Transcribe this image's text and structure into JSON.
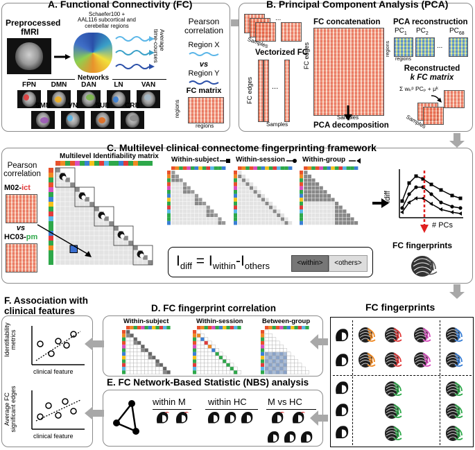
{
  "panel_a": {
    "title": "A. Functional Connectivity (FC)",
    "preprocessed": "Preprocessed",
    "fmri": "fMRI",
    "atlas": "Schaefer100 +\nAAL116 subcortical and\ncerebellar regions",
    "avg_timecourses": "Average\ntime-courses",
    "pearson": "Pearson\ncorrelation",
    "region_x": "Region X",
    "vs": "vs",
    "region_y": "Region Y",
    "fc_matrix": "FC matrix",
    "regions": "regions",
    "networks_label": "Networks",
    "networks_row1": [
      "FPN",
      "DMN",
      "DAN",
      "LN",
      "VAN"
    ],
    "networks_row2": [
      "SMN",
      "VN",
      "SUB",
      "CRB"
    ],
    "network_colors": [
      "#e23b3b",
      "#f0b020",
      "#7ab648",
      "#3a7fd5",
      "#a4b8c6",
      "#9b59b6",
      "#5bb6e8",
      "#e06b1e",
      "#888888"
    ]
  },
  "panel_b": {
    "title": "B. Principal Component Analysis (PCA)",
    "samples": "Samples",
    "vectorized": "Vectorized FC",
    "fc_edges": "FC edges",
    "fc_concat": "FC concatenation",
    "pca_recon": "PCA reconstruction",
    "pc1": "PC",
    "pc1_sub": "1",
    "pc2": "PC",
    "pc2_sub": "2",
    "pc68": "PC",
    "pc68_sub": "68",
    "regions": "regions",
    "reconstructed": "Reconstructed",
    "k_fc": "k FC matrix",
    "formula": "Σ wₖᵖ PCₚ + μᵏ",
    "pca_decomp": "PCA decomposition",
    "dots": "..."
  },
  "panel_c": {
    "title": "C. Multilevel clinical connectome fingerprinting framework",
    "pearson": "Pearson\ncorrelation",
    "m02": "M02-",
    "m02_suffix": "ict",
    "vs": "vs",
    "hc03": "HC03-",
    "hc03_suffix": "pm",
    "ident_matrix": "Multilevel Identifiability matrix",
    "within_subject": "Within-subject",
    "within_session": "Within-session",
    "within_group": "Within-group",
    "idiff_axis": "Idiff",
    "pcs_axis": "# PCs",
    "fc_fingerprints": "FC fingerprints",
    "formula_main": "I",
    "formula_diff": "diff",
    "formula_eq": " = I",
    "formula_within": "within",
    "formula_minus": "-I",
    "formula_others": "others",
    "within_box": "<within>",
    "others_box": "<others>",
    "colorbar": [
      "#e8512b",
      "#f08a24",
      "#2ea84a",
      "#e8512b",
      "#d94fc0",
      "#2ea84a",
      "#3a7fd5",
      "#f5c21b",
      "#2ea84a",
      "#e23b3b",
      "#5bb6e8",
      "#2ea84a",
      "#2ea84a",
      "#3a7fd5",
      "#e23b3b",
      "#2ea84a",
      "#f08a24",
      "#2ea84a",
      "#2ea84a",
      "#2ea84a"
    ]
  },
  "panel_d": {
    "title": "D. FC fingerprint correlation",
    "within_subject": "Within-subject",
    "within_session": "Within-session",
    "between_group": "Between-group"
  },
  "panel_e": {
    "title": "E. FC Network-Based Statistic (NBS) analysis",
    "within_m": "within M",
    "within_hc": "within HC",
    "m_vs_hc": "M vs HC"
  },
  "panel_f": {
    "title": "F. Association with\nclinical features",
    "y1": "Identifiability\nmetrics",
    "x1": "clinical feature",
    "y2": "Average FC\nsignificant edges",
    "x2": "clinical feature"
  },
  "fingerprints": {
    "title": "FC fingerprints",
    "colors": [
      "#f08a24",
      "#e23b3b",
      "#d94fc0",
      "#3a7fd5",
      "#2ea84a"
    ]
  }
}
